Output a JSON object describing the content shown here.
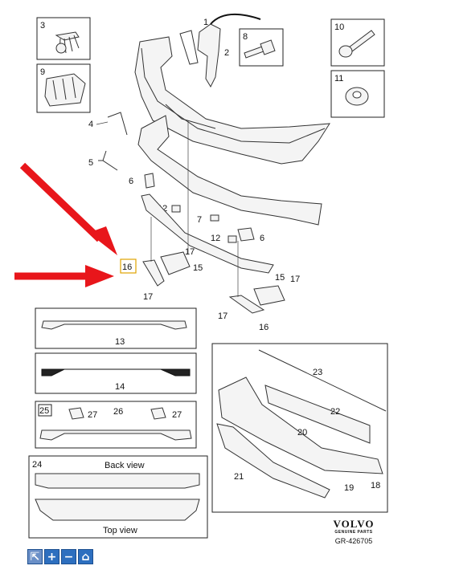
{
  "labels": {
    "p1": "1",
    "p2": "2",
    "p3": "3",
    "p4": "4",
    "p5": "5",
    "p6a": "6",
    "p6b": "6",
    "p7": "7",
    "p8": "8",
    "p9": "9",
    "p10": "10",
    "p11": "11",
    "p12a": "12",
    "p12b": "12",
    "p13": "13",
    "p14": "14",
    "p15a": "15",
    "p15b": "15",
    "p16a": "16",
    "p16b": "16",
    "p17a": "17",
    "p17b": "17",
    "p17c": "17",
    "p17d": "17",
    "p18": "18",
    "p19": "19",
    "p20": "20",
    "p21": "21",
    "p22": "22",
    "p23": "23",
    "p24": "24",
    "p25": "25",
    "p26": "26",
    "p27a": "27",
    "p27b": "27"
  },
  "views": {
    "back": "Back view",
    "top": "Top view"
  },
  "brand": {
    "logo": "VOLVO",
    "sub": "GENUINE PARTS",
    "code": "GR-426705"
  },
  "toolbar": {
    "select": "⇱",
    "zoom_in": "+",
    "zoom_out": "−",
    "home": "⌂"
  },
  "colors": {
    "arrow": "#e8161b",
    "toolbar": "#2d6fbf",
    "highlight": "#e0a400"
  }
}
